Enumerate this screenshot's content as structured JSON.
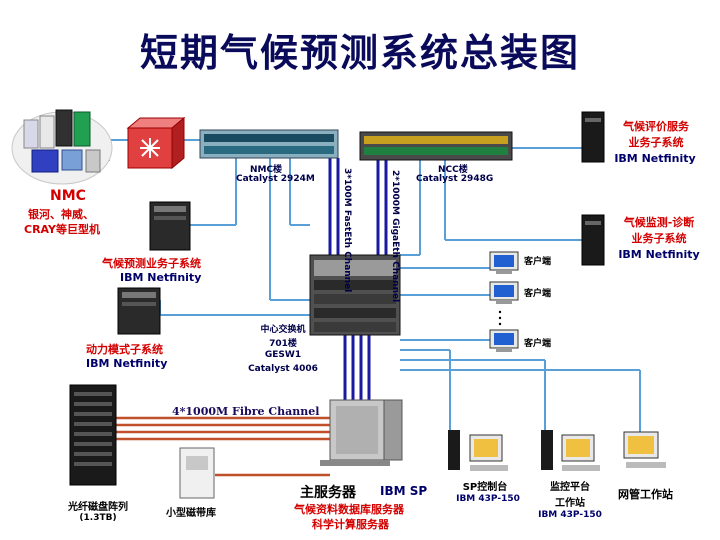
{
  "title": "短期气候预测系统总装图",
  "nmc": {
    "name": "NMC",
    "desc": "银河、神威、",
    "desc2": "CRAY等巨型机"
  },
  "switch_nmc": {
    "line1": "NMC楼",
    "line2": "Catalyst 2924M"
  },
  "switch_ncc": {
    "line1": "NCC楼",
    "line2": "Catalyst 2948G"
  },
  "link_fast": "3*100M FastEth Channel",
  "link_giga": "2*1000M GigaEth Channel",
  "core_switch": {
    "line1": "中心交换机",
    "line2": "701楼",
    "line3": "GESW1",
    "line4": "Catalyst 4006"
  },
  "predict_sys": {
    "name": "气候预测业务子系统",
    "server": "IBM Netfinity"
  },
  "power_sys": {
    "name": "动力模式子系统",
    "server": "IBM Netfinity"
  },
  "eval_sys": {
    "name1": "气候评价服务",
    "name2": "业务子系统",
    "server": "IBM Netfinity"
  },
  "monitor_sys": {
    "name1": "气候监测-诊断",
    "name2": "业务子系统",
    "server": "IBM Netfinity"
  },
  "clients": [
    "客户端",
    "客户端",
    "客户端"
  ],
  "fibre": "4*1000M Fibre Channel",
  "disk_array": {
    "name": "光纤磁盘阵列",
    "size": "(1.3TB)"
  },
  "tape": "小型磁带库",
  "main_server": {
    "name": "主服务器",
    "model": "IBM SP",
    "role1": "气候资料数据库服务器",
    "role2": "科学计算服务器"
  },
  "sp_console": {
    "name": "SP控制台",
    "model": "IBM 43P-150"
  },
  "monitor_station": {
    "name1": "监控平台",
    "name2": "工作站",
    "model": "IBM 43P-150"
  },
  "netmgmt": "网管工作站",
  "colors": {
    "title": "#0a0a5a",
    "red_label": "#d40000",
    "blue_label": "#00006a",
    "line_blue": "#5aa0d8",
    "line_navy": "#1a1aa0",
    "fibre": "#c0502a"
  }
}
